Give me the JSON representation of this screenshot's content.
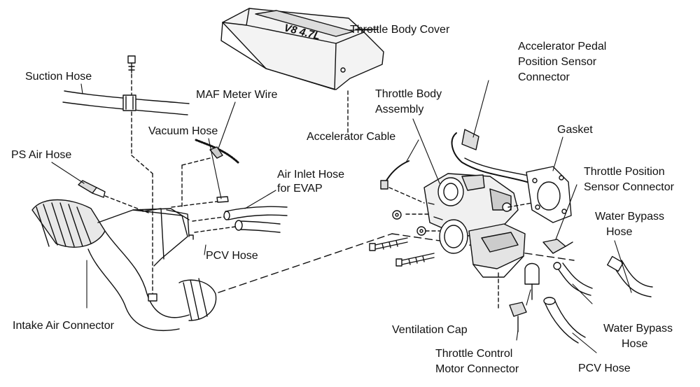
{
  "labels": {
    "throttle_body_cover": "Throttle Body Cover",
    "accel_pedal_sensor_line1": "Accelerator Pedal",
    "accel_pedal_sensor_line2": "Position Sensor",
    "accel_pedal_sensor_line3": "Connector",
    "suction_hose": "Suction Hose",
    "maf_meter_wire": "MAF Meter Wire",
    "throttle_body_assembly_line1": "Throttle Body",
    "throttle_body_assembly_line2": "Assembly",
    "vacuum_hose": "Vacuum Hose",
    "gasket": "Gasket",
    "accelerator_cable": "Accelerator Cable",
    "ps_air_hose": "PS Air Hose",
    "air_inlet_hose_line1": "Air Inlet Hose",
    "air_inlet_hose_line2": "for EVAP",
    "tps_connector_line1": "Throttle Position",
    "tps_connector_line2": "Sensor Connector",
    "water_bypass_hose_top_line1": "Water Bypass",
    "water_bypass_hose_top_line2": "Hose",
    "pcv_hose_left": "PCV Hose",
    "intake_air_connector": "Intake Air Connector",
    "ventilation_cap": "Ventilation Cap",
    "water_bypass_hose_bottom_line1": "Water Bypass",
    "water_bypass_hose_bottom_line2": "Hose",
    "throttle_control_motor_line1": "Throttle Control",
    "throttle_control_motor_line2": "Motor Connector",
    "pcv_hose_bottom": "PCV Hose"
  },
  "cover_emblem": "V8 4.7L",
  "colors": {
    "ink": "#111111",
    "paper": "#ffffff"
  }
}
